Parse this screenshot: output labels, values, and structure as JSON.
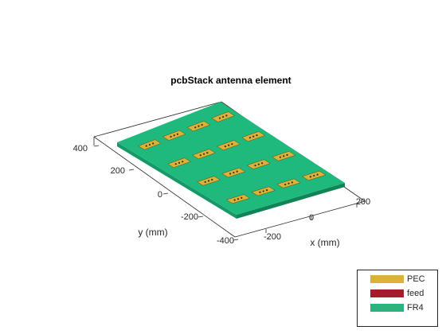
{
  "figure": {
    "title": "pcbStack antenna element",
    "xlabel": "x (mm)",
    "ylabel": "y (mm)"
  },
  "axes": {
    "x_ticks": [
      "-200",
      "0",
      "200"
    ],
    "y_ticks": [
      "-400",
      "-200",
      "0",
      "200",
      "400"
    ]
  },
  "legend": {
    "items": [
      {
        "label": "PEC",
        "color": "#d9b13b"
      },
      {
        "label": "feed",
        "color": "#a51d2d"
      },
      {
        "label": "FR4",
        "color": "#2db27d"
      }
    ]
  },
  "colors": {
    "board_top": "#20b97d",
    "board_side_front": "#169966",
    "board_side_right": "#0f8455",
    "patch": "#d9b13b",
    "patch_edge": "#5a4a10",
    "via": "#3b2f0a",
    "axis": "#262626"
  },
  "patches": {
    "rows": 4,
    "cols": 4
  }
}
